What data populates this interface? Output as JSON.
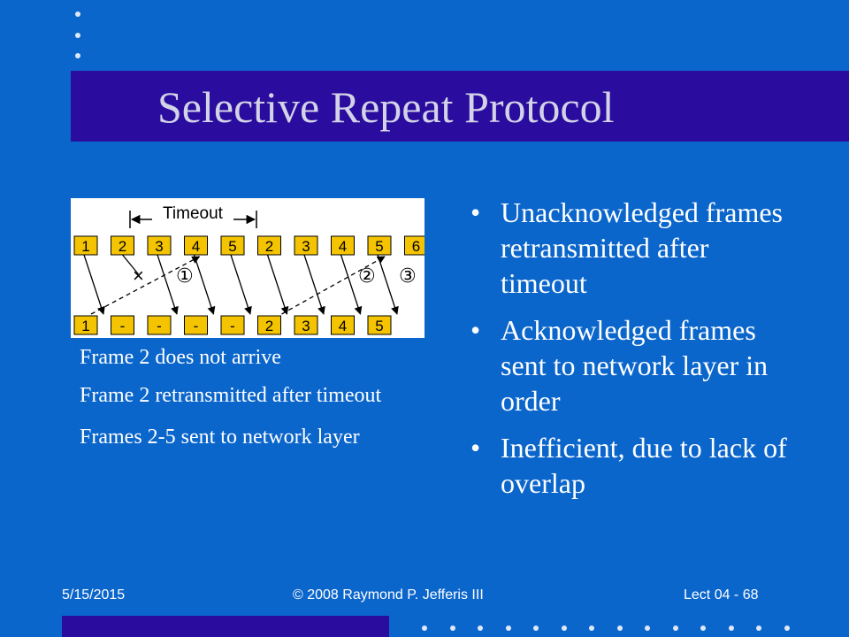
{
  "slide": {
    "title": "Selective Repeat Protocol",
    "colors": {
      "background": "#0b66cc",
      "title_band": "#2a0c9e",
      "title_text": "#d3d3e8",
      "frame_box": "#f5c400"
    }
  },
  "diagram": {
    "timeout_label": "Timeout",
    "sender_frames": [
      "1",
      "2",
      "3",
      "4",
      "5",
      "2",
      "3",
      "4",
      "5",
      "6"
    ],
    "receiver_frames": [
      "1",
      "-",
      "-",
      "-",
      "-",
      "2",
      "3",
      "4",
      "5"
    ],
    "lost_marker": "×",
    "ack_markers": [
      "①",
      "②",
      "③"
    ]
  },
  "captions": [
    "Frame 2 does not arrive",
    "Frame 2 retransmitted after timeout",
    "Frames 2-5 sent to network layer"
  ],
  "bullets": [
    "Unacknowledged frames retransmitted after timeout",
    "Acknowledged frames sent to network layer in order",
    "Inefficient, due to lack of overlap"
  ],
  "footer": {
    "date": "5/15/2015",
    "copyright": "© 2008 Raymond P. Jefferis III",
    "page": "Lect 04 - 68"
  }
}
